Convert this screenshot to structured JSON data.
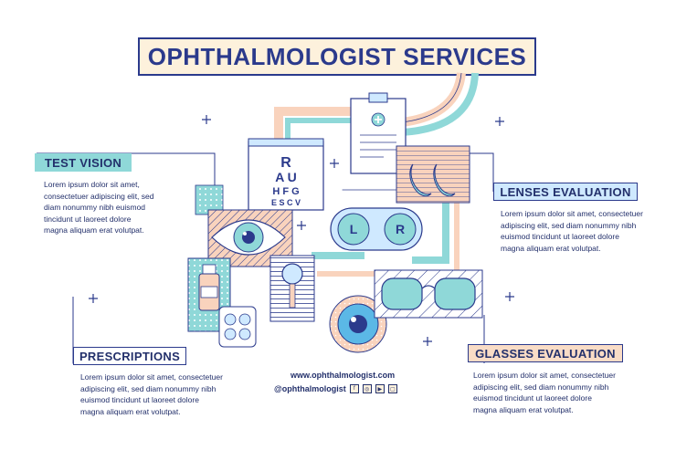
{
  "title": "OPHTHALMOLOGIST SERVICES",
  "sections": {
    "test_vision": {
      "label": "TEST VISION",
      "text": [
        "Lorem ipsum dolor sit amet,",
        "consectetuer adipiscing elit, sed",
        "diam nonummy nibh euismod",
        "tincidunt ut laoreet dolore",
        "magna aliquam erat volutpat."
      ]
    },
    "lenses_evaluation": {
      "label": "LENSES EVALUATION",
      "text": [
        "Lorem ipsum dolor sit amet, consectetuer",
        "adipiscing elit, sed diam nonummy nibh",
        "euismod tincidunt ut laoreet dolore",
        "magna aliquam erat volutpat."
      ]
    },
    "prescriptions": {
      "label": "PRESCRIPTIONS",
      "text": [
        "Lorem ipsum dolor sit amet, consectetuer",
        "adipiscing elit, sed diam nonummy nibh",
        "euismod tincidunt ut laoreet dolore",
        "magna aliquam erat volutpat."
      ]
    },
    "glasses_evaluation": {
      "label": "GLASSES EVALUATION",
      "text": [
        "Lorem ipsum dolor sit amet, consectetuer",
        "adipiscing elit, sed diam nonummy nibh",
        "euismod tincidunt ut laoreet dolore",
        "magna aliquam erat volutpat."
      ]
    }
  },
  "eye_chart": {
    "row1": "R",
    "row2": "A U",
    "row3": "H F G",
    "row4": "E S C V"
  },
  "lens_letters": {
    "left": "L",
    "right": "R"
  },
  "footer": {
    "url": "www.ophthalmologist.com",
    "handle": "@ophthalmologist",
    "social_icons": [
      "facebook-icon",
      "instagram-icon",
      "youtube-icon",
      "twitch-icon"
    ],
    "social_glyphs": [
      "f",
      "◎",
      "▶",
      "▢"
    ]
  },
  "colors": {
    "navy": "#2b3a8c",
    "teal": "#8fd8d8",
    "peach": "#f9d3bd",
    "light_blue": "#cfe9ff",
    "cream": "#fdf1dc",
    "eye_blue": "#5bb8e6"
  }
}
